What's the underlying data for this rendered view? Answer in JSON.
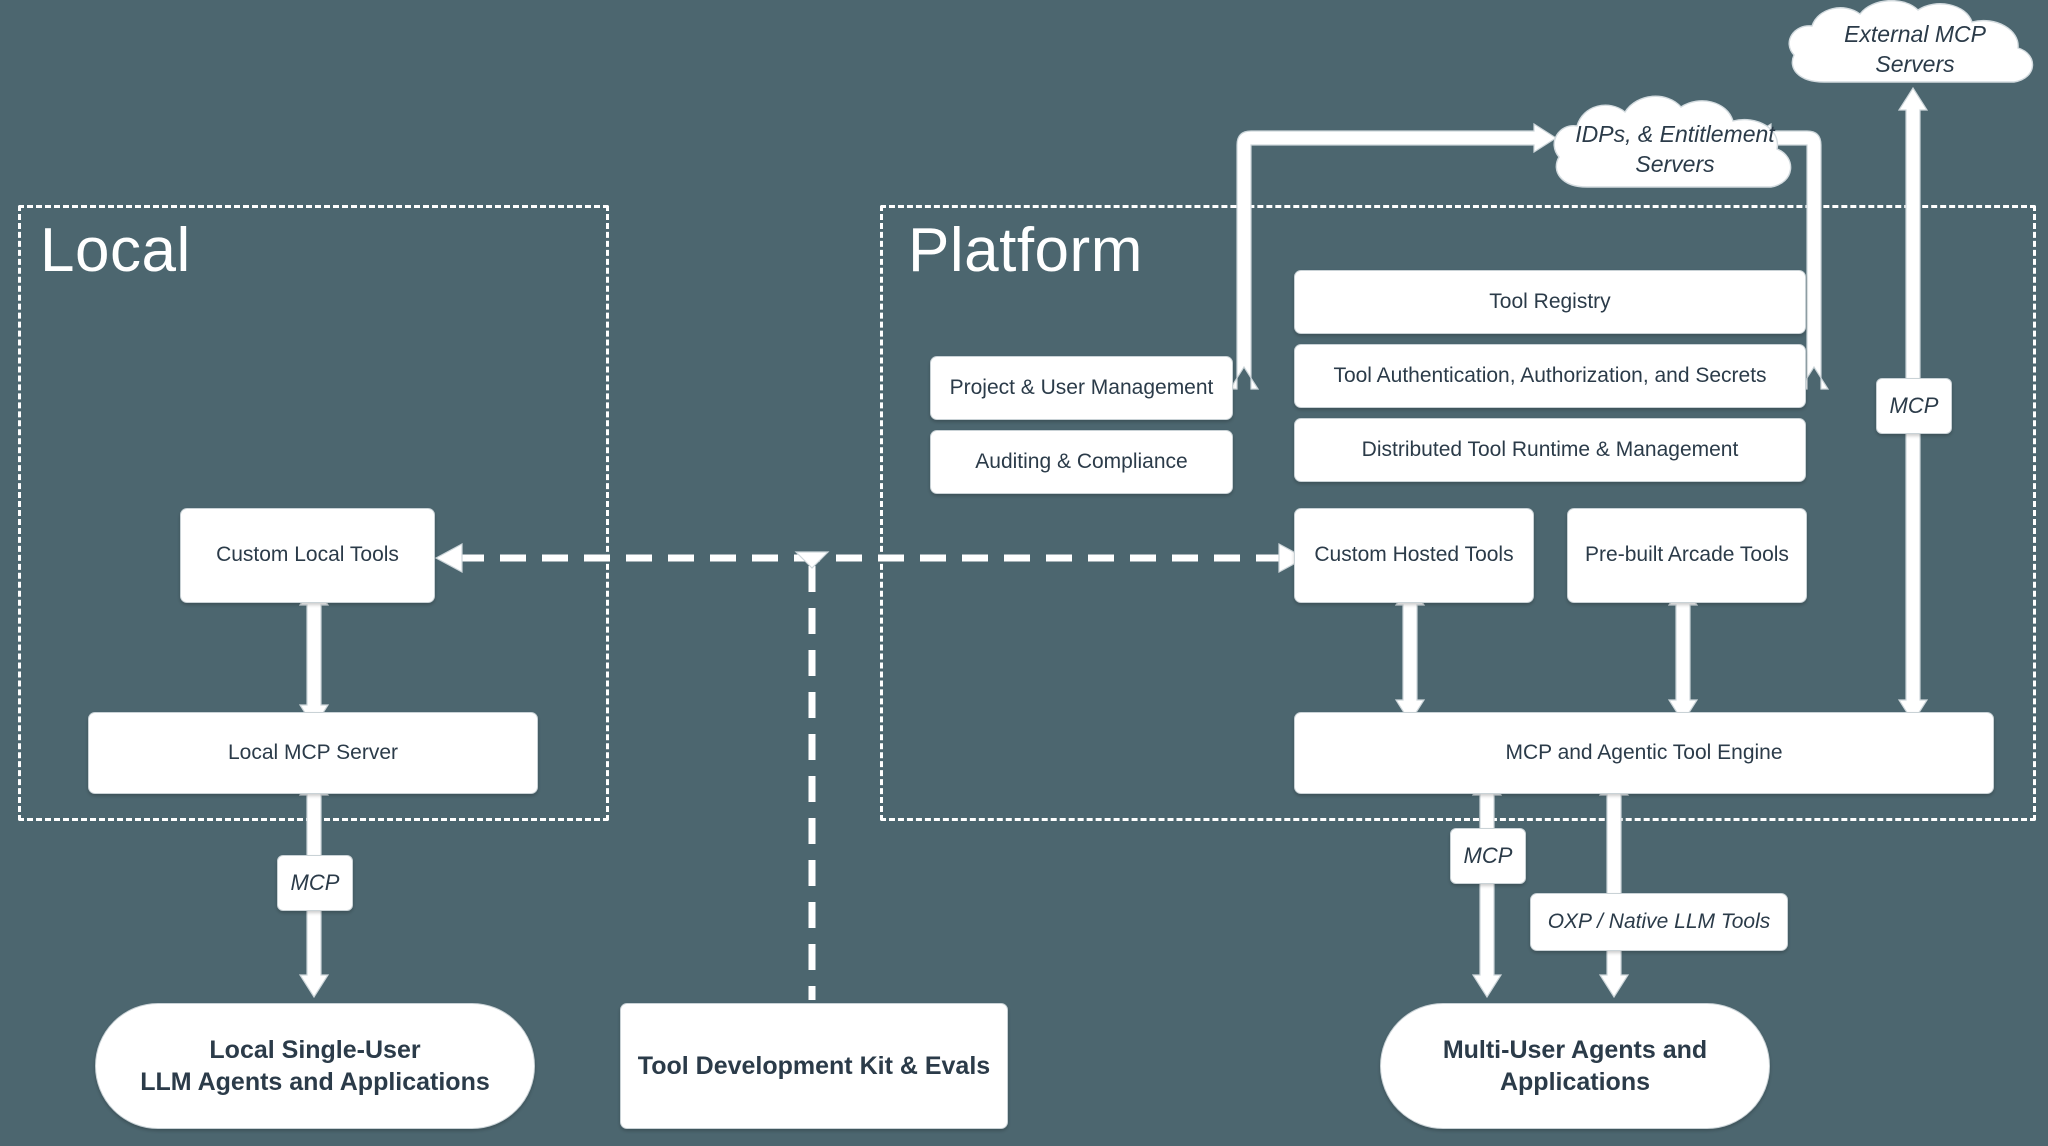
{
  "diagram": {
    "background_color": "#4c666f",
    "node_fill": "#ffffff",
    "node_text_color": "#2b3b49",
    "zones": [
      {
        "id": "local",
        "title": "Local"
      },
      {
        "id": "platform",
        "title": "Platform"
      }
    ],
    "clouds": [
      {
        "id": "external-mcp-servers",
        "label": "External MCP Servers"
      },
      {
        "id": "idps-entitlement-servers",
        "label": "IDPs, & Entitlement Servers"
      }
    ],
    "nodes": {
      "custom_local_tools": "Custom Local Tools",
      "local_mcp_server": "Local MCP Server",
      "project_user_management": "Project & User Management",
      "auditing_compliance": "Auditing & Compliance",
      "tool_registry": "Tool Registry",
      "tool_auth": "Tool Authentication, Authorization, and Secrets",
      "distributed_tool_runtime": "Distributed Tool Runtime & Management",
      "custom_hosted_tools": "Custom Hosted Tools",
      "prebuilt_arcade_tools": "Pre-built Arcade Tools",
      "mcp_agentic_tool_engine": "MCP and Agentic Tool Engine",
      "tool_dev_kit": "Tool Development Kit & Evals",
      "local_agents": "Local Single-User\nLLM Agents and Applications",
      "local_agents_line1": "Local Single-User",
      "local_agents_line2": "LLM Agents and Applications",
      "multi_user_agents_line1": "Multi-User Agents and",
      "multi_user_agents_line2": "Applications",
      "oxp_native_llm_tools": "OXP / Native LLM Tools"
    },
    "edge_labels": {
      "mcp_local": "MCP",
      "mcp_platform_agents": "MCP",
      "mcp_external": "MCP"
    }
  }
}
